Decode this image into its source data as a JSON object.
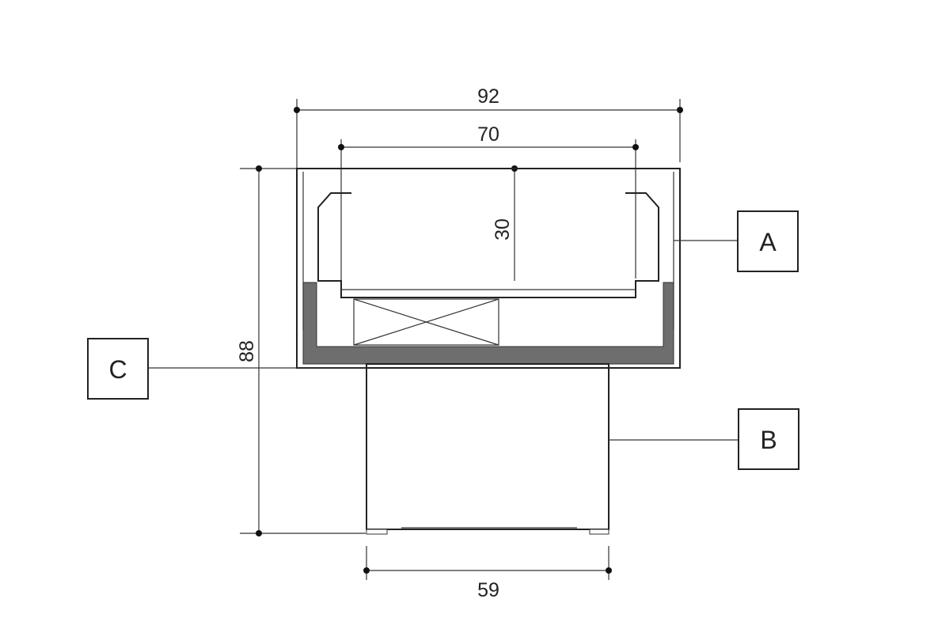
{
  "dimensions": {
    "overall_width": "92",
    "inner_width": "70",
    "depth": "30",
    "overall_height": "88",
    "base_width": "59"
  },
  "callouts": {
    "a": "A",
    "b": "B",
    "c": "C"
  },
  "colors": {
    "line": "#333333",
    "fill_gray": "#6e6e6e",
    "background": "#ffffff"
  }
}
